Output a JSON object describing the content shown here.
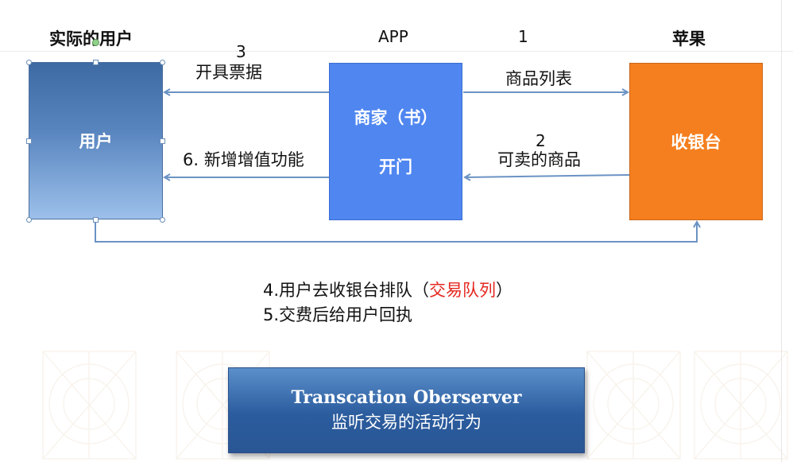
{
  "headers": {
    "actual_user": "实际的用户",
    "app": "APP",
    "step1": "1",
    "apple": "苹果"
  },
  "boxes": {
    "user": "用户",
    "app_line1": "商家（书）",
    "app_line2": "开门",
    "cashier": "收银台"
  },
  "arrows": {
    "step3_number": "3",
    "step3_label": "开具票据",
    "step6_label": "6. 新增增值功能",
    "product_list": "商品列表",
    "step2_number": "2",
    "purchasable": "可卖的商品"
  },
  "notes": {
    "line4_prefix": "4.用户去收银台排队（",
    "line4_highlight": "交易队列",
    "line4_suffix": "）",
    "line5": "5.交费后给用户回执"
  },
  "observer": {
    "title": "Transcation Oberserver",
    "subtitle": "监听交易的活动行为"
  },
  "colors": {
    "arrow": "#6b93c4",
    "highlight": "#e3271f",
    "app_box": "#4f86f0",
    "cashier_box": "#f57f1e"
  }
}
